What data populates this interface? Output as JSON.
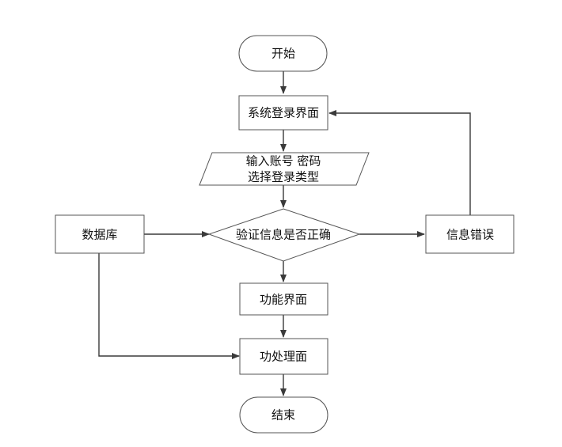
{
  "diagram": {
    "type": "flowchart",
    "nodes": {
      "start": {
        "label": "开始",
        "shape": "terminator"
      },
      "login": {
        "label": "系统登录界面",
        "shape": "process"
      },
      "input": {
        "lines": [
          "输入账号 密码",
          "选择登录类型"
        ],
        "shape": "data"
      },
      "verify": {
        "label": "验证信息是否正确",
        "shape": "decision"
      },
      "database": {
        "label": "数据库",
        "shape": "process"
      },
      "error": {
        "label": "信息错误",
        "shape": "process"
      },
      "function": {
        "label": "功能界面",
        "shape": "process"
      },
      "process": {
        "label": "功处理面",
        "shape": "process"
      },
      "end": {
        "label": "结束",
        "shape": "terminator"
      }
    },
    "edges": [
      {
        "from": "start",
        "to": "login"
      },
      {
        "from": "login",
        "to": "input"
      },
      {
        "from": "input",
        "to": "verify"
      },
      {
        "from": "database",
        "to": "verify"
      },
      {
        "from": "verify",
        "to": "error"
      },
      {
        "from": "error",
        "to": "login"
      },
      {
        "from": "verify",
        "to": "function"
      },
      {
        "from": "function",
        "to": "process"
      },
      {
        "from": "database",
        "to": "process"
      },
      {
        "from": "process",
        "to": "end"
      }
    ]
  }
}
